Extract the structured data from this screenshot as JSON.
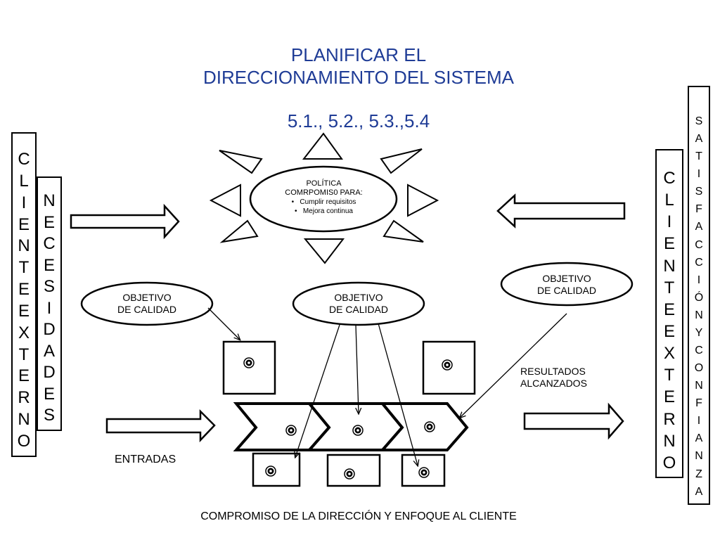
{
  "title": {
    "line1": "PLANIFICAR EL",
    "line2": "DIRECCIONAMIENTO DEL SISTEMA",
    "sections": "5.1., 5.2., 5.3.,5.4"
  },
  "left": {
    "cliente_externo": "CLIENTEEXTERNO",
    "necesidades": "NECESIDADES"
  },
  "right": {
    "cliente_externo": "CLIENTEEXTERNO",
    "satisfaccion": "SATISFACCIÓNYCONFIANZA"
  },
  "policy": {
    "line1": "POLÍTICA",
    "line2": "COMRPOMIS0 PARA:",
    "bullets": [
      "Cumplir requisitos",
      "Mejora continua"
    ]
  },
  "objectives": [
    {
      "line1": "OBJETIVO",
      "line2": "DE CALIDAD"
    },
    {
      "line1": "OBJETIVO",
      "line2": "DE CALIDAD"
    },
    {
      "line1": "OBJETIVO",
      "line2": "DE CALIDAD"
    }
  ],
  "labels": {
    "entradas": "ENTRADAS",
    "resultados_1": "RESULTADOS",
    "resultados_2": "ALCANZADOS",
    "footer": "COMPROMISO DE LA DIRECCIÓN Y ENFOQUE AL CLIENTE"
  },
  "colors": {
    "title": "#1f3c96"
  }
}
